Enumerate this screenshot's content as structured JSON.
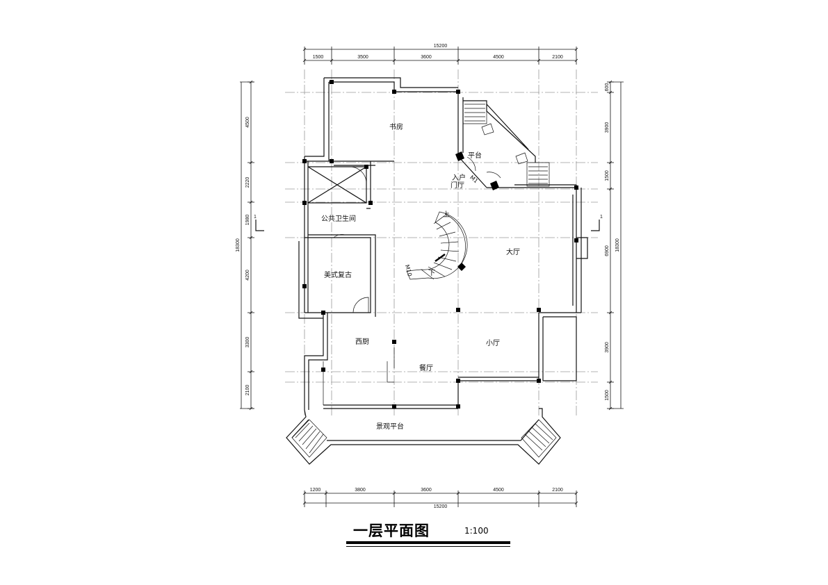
{
  "drawing": {
    "title": "一层平面图",
    "scale": "1:100"
  },
  "rooms": [
    {
      "id": "study",
      "label": "书房"
    },
    {
      "id": "platform",
      "label": "平台"
    },
    {
      "id": "entry",
      "label": "入户"
    },
    {
      "id": "door-m1",
      "label": "M1"
    },
    {
      "id": "foyer",
      "label": "门厅"
    },
    {
      "id": "stair-up",
      "label": "上"
    },
    {
      "id": "stair-down",
      "label": "下"
    },
    {
      "id": "door-m10",
      "label": "M10"
    },
    {
      "id": "hall",
      "label": "大厅"
    },
    {
      "id": "public-wc",
      "label": "公共卫生间"
    },
    {
      "id": "american-retro",
      "label": "美式复古"
    },
    {
      "id": "western-kitchen",
      "label": "西厨"
    },
    {
      "id": "dining",
      "label": "餐厅"
    },
    {
      "id": "small-hall",
      "label": "小厅"
    },
    {
      "id": "view-terrace",
      "label": "景观平台"
    }
  ],
  "dimensions": {
    "top": {
      "total": "15200",
      "segments": [
        "1500",
        "3500",
        "3600",
        "4500",
        "2100"
      ]
    },
    "bottom": {
      "total": "15200",
      "segments": [
        "1200",
        "3800",
        "3600",
        "4500",
        "2100"
      ]
    },
    "left": {
      "total": "18300",
      "segments": [
        "4500",
        "2220",
        "1980",
        "4200",
        "3300",
        "2100"
      ]
    },
    "right": {
      "total": "18300",
      "segments": [
        "600",
        "3900",
        "1500",
        "6900",
        "3900",
        "1500"
      ]
    }
  },
  "section_marks": [
    "1",
    "1"
  ]
}
